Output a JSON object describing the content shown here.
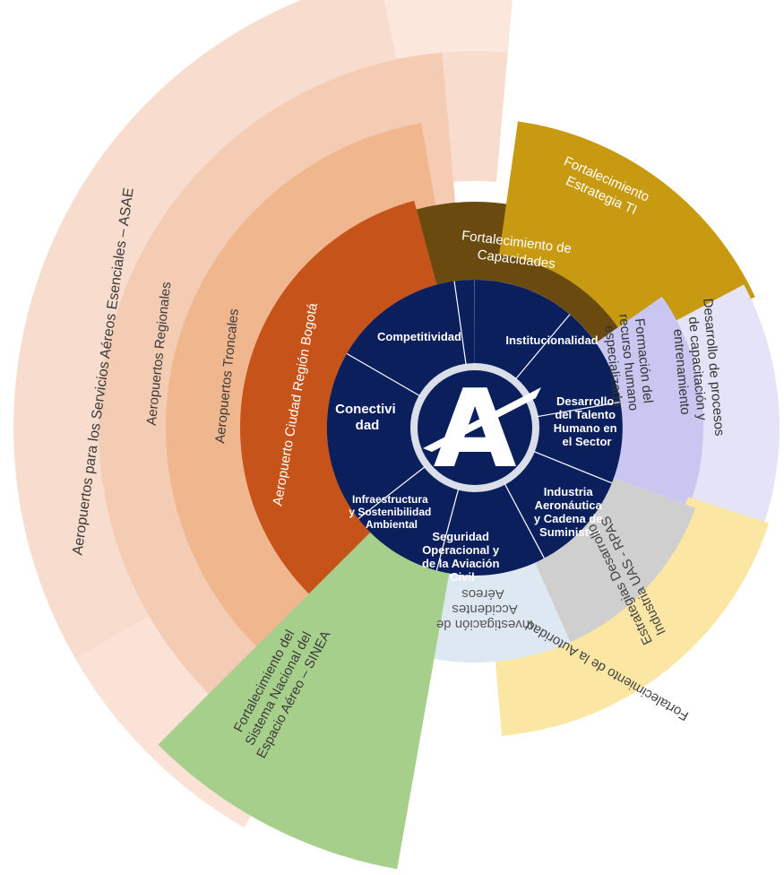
{
  "diagram": {
    "logo_letter": "A",
    "core": {
      "competitividad": "Competitividad",
      "institucionalidad": "Institucionalidad",
      "talento": [
        "Desarrollo",
        "del Talento",
        "Humano en",
        "el Sector"
      ],
      "industria": [
        "Industria",
        "Aeronáutica",
        "y Cadena de",
        "Suministro"
      ],
      "seguridad": [
        "Seguridad",
        "Operacional y",
        "de la Aviación",
        "Civil"
      ],
      "infraestructura": [
        "Infraestructura",
        "y Sostenibilidad",
        "Ambiental"
      ],
      "conectividad": [
        "Conectivi",
        "dad"
      ]
    },
    "rings": {
      "asae": "Aeropuertos para los Servicios Aéreos Esenciales – ASAE",
      "regionales": "Aeropuertos Regionales",
      "troncales": "Aeropuertos Troncales",
      "bogota": "Aeropuerto Ciudad Región Bogotá",
      "capacidades": [
        "Fortalecimiento de",
        "Capacidades"
      ],
      "estrategia_ti": [
        "Fortalecimiento",
        "Estrategia TI"
      ],
      "formacion": [
        "Formación del",
        "recurso humano",
        "especializado"
      ],
      "procesos": [
        "Desarrollo de procesos",
        "de capacitación y",
        "entrenamiento"
      ],
      "uas": [
        "Estrategias Desarrollo",
        "Industria UAS - RPAS"
      ],
      "autoridad": "Fortalecimiento de la Autoridad",
      "investigacion": [
        "Investigación de",
        "Accidentes",
        "Aéreos"
      ],
      "sinea": [
        "Fortalecimiento del",
        "Sistema Nacional del",
        "Espacio Aéreo – SINEA"
      ]
    },
    "colors": {
      "core": "#0a1f5c",
      "bogota": "#c6531a",
      "capacidades": "#6b4a0f",
      "estrategia_ti": "#c89a12",
      "formacion": "#c9c6f2",
      "procesos": "#e4e3f7",
      "uas": "#cfcfcf",
      "autoridad": "#fbe6a3",
      "investigacion": "#dde8f2",
      "sinea": "#a7cf8c"
    }
  }
}
